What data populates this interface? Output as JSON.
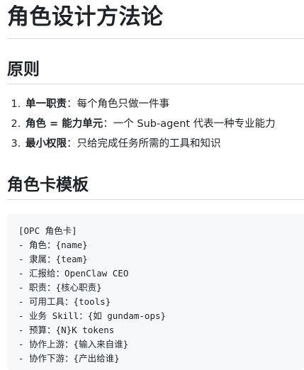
{
  "title": "角色设计方法论",
  "principles": {
    "heading": "原则",
    "items": [
      {
        "term": "单一职责",
        "sep": "：",
        "desc": "每个角色只做一件事"
      },
      {
        "term": "角色 = 能力单元",
        "sep": "：",
        "desc": "一个 Sub-agent 代表一种专业能力"
      },
      {
        "term": "最小权限",
        "sep": "：",
        "desc": "只给完成任务所需的工具和知识"
      }
    ]
  },
  "template": {
    "heading": "角色卡模板",
    "code_lines": [
      "[OPC 角色卡]",
      "- 角色：{name}",
      "- 隶属：{team}",
      "- 汇报给：OpenClaw CEO",
      "- 职责：{核心职责}",
      "- 可用工具：{tools}",
      "- 业务 Skill：{如 gundam-ops}",
      "- 预算：{N}K tokens",
      "- 协作上游：{输入来自谁}",
      "- 协作下游：{产出给谁}"
    ]
  }
}
